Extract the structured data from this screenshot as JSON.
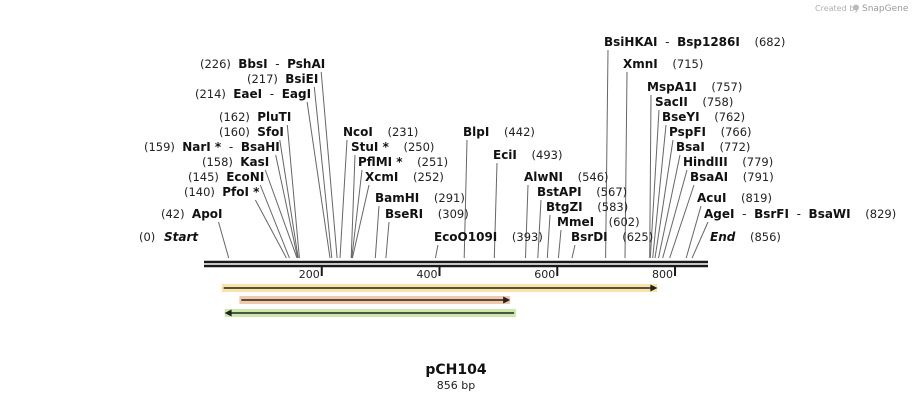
{
  "credit": {
    "text": "Created by",
    "brand": "SnapGene"
  },
  "plasmid": {
    "name": "pCH104",
    "length_label": "856 bp",
    "length": 856
  },
  "ends": {
    "start_label": "Start",
    "start_pos": "(0)",
    "end_label": "End",
    "end_pos": "(856)"
  },
  "ticks": [
    {
      "pos": 200,
      "label": "200"
    },
    {
      "pos": 400,
      "label": "400"
    },
    {
      "pos": 600,
      "label": "600"
    },
    {
      "pos": 800,
      "label": "800"
    }
  ],
  "sites": [
    {
      "parts": [
        "ApoI"
      ],
      "pos": "(42)",
      "loc": 42,
      "side": "left"
    },
    {
      "parts": [
        "PfoI *"
      ],
      "pos": "(140)",
      "loc": 140,
      "side": "left"
    },
    {
      "parts": [
        "EcoNI"
      ],
      "pos": "(145)",
      "loc": 145,
      "side": "left"
    },
    {
      "parts": [
        "KasI"
      ],
      "pos": "(158)",
      "loc": 158,
      "side": "left"
    },
    {
      "parts": [
        "NarI *",
        "BsaHI"
      ],
      "pos": "(159)",
      "loc": 159,
      "side": "left"
    },
    {
      "parts": [
        "SfoI"
      ],
      "pos": "(160)",
      "loc": 160,
      "side": "left"
    },
    {
      "parts": [
        "PluTI"
      ],
      "pos": "(162)",
      "loc": 162,
      "side": "left"
    },
    {
      "parts": [
        "EaeI",
        "EagI"
      ],
      "pos": "(214)",
      "loc": 214,
      "side": "left"
    },
    {
      "parts": [
        "BsiEI"
      ],
      "pos": "(217)",
      "loc": 217,
      "side": "left"
    },
    {
      "parts": [
        "BbsI",
        "PshAI"
      ],
      "pos": "(226)",
      "loc": 226,
      "side": "left"
    },
    {
      "parts": [
        "NcoI"
      ],
      "pos": "(231)",
      "loc": 231,
      "side": "right"
    },
    {
      "parts": [
        "StuI *"
      ],
      "pos": "(250)",
      "loc": 250,
      "side": "right"
    },
    {
      "parts": [
        "PflMI *"
      ],
      "pos": "(251)",
      "loc": 251,
      "side": "right"
    },
    {
      "parts": [
        "XcmI"
      ],
      "pos": "(252)",
      "loc": 252,
      "side": "right"
    },
    {
      "parts": [
        "BamHI"
      ],
      "pos": "(291)",
      "loc": 291,
      "side": "right"
    },
    {
      "parts": [
        "BseRI"
      ],
      "pos": "(309)",
      "loc": 309,
      "side": "right"
    },
    {
      "parts": [
        "EcoO109I"
      ],
      "pos": "(393)",
      "loc": 393,
      "side": "right"
    },
    {
      "parts": [
        "BlpI"
      ],
      "pos": "(442)",
      "loc": 442,
      "side": "right"
    },
    {
      "parts": [
        "EciI"
      ],
      "pos": "(493)",
      "loc": 493,
      "side": "right"
    },
    {
      "parts": [
        "AlwNI"
      ],
      "pos": "(546)",
      "loc": 546,
      "side": "right"
    },
    {
      "parts": [
        "BstAPI"
      ],
      "pos": "(567)",
      "loc": 567,
      "side": "right"
    },
    {
      "parts": [
        "BtgZI"
      ],
      "pos": "(583)",
      "loc": 583,
      "side": "right"
    },
    {
      "parts": [
        "MmeI"
      ],
      "pos": "(602)",
      "loc": 602,
      "side": "right"
    },
    {
      "parts": [
        "BsrDI"
      ],
      "pos": "(625)",
      "loc": 625,
      "side": "right"
    },
    {
      "parts": [
        "BsiHKAI",
        "Bsp1286I"
      ],
      "pos": "(682)",
      "loc": 682,
      "side": "right"
    },
    {
      "parts": [
        "XmnI"
      ],
      "pos": "(715)",
      "loc": 715,
      "side": "right"
    },
    {
      "parts": [
        "MspA1I"
      ],
      "pos": "(757)",
      "loc": 757,
      "side": "right"
    },
    {
      "parts": [
        "SacII"
      ],
      "pos": "(758)",
      "loc": 758,
      "side": "right"
    },
    {
      "parts": [
        "BseYI"
      ],
      "pos": "(762)",
      "loc": 762,
      "side": "right"
    },
    {
      "parts": [
        "PspFI"
      ],
      "pos": "(766)",
      "loc": 766,
      "side": "right"
    },
    {
      "parts": [
        "BsaI"
      ],
      "pos": "(772)",
      "loc": 772,
      "side": "right"
    },
    {
      "parts": [
        "HindIII"
      ],
      "pos": "(779)",
      "loc": 779,
      "side": "right"
    },
    {
      "parts": [
        "BsaAI"
      ],
      "pos": "(791)",
      "loc": 791,
      "side": "right"
    },
    {
      "parts": [
        "AcuI"
      ],
      "pos": "(819)",
      "loc": 819,
      "side": "right"
    },
    {
      "parts": [
        "AgeI",
        "BsrFI",
        "BsaWI"
      ],
      "pos": "(829)",
      "loc": 829,
      "side": "right"
    }
  ],
  "features": [
    {
      "start": 30,
      "end": 770,
      "direction": "forward",
      "fill": "#f3c040",
      "border": "#e0a020"
    },
    {
      "start": 60,
      "end": 520,
      "direction": "forward",
      "fill": "#e08840",
      "border": "#cc6620"
    },
    {
      "start": 35,
      "end": 530,
      "direction": "reverse",
      "fill": "#88cc44",
      "border": "#55aa22"
    }
  ],
  "colors": {
    "backbone": "#1a1a1a",
    "leader": "#666666",
    "text": "#111111"
  }
}
